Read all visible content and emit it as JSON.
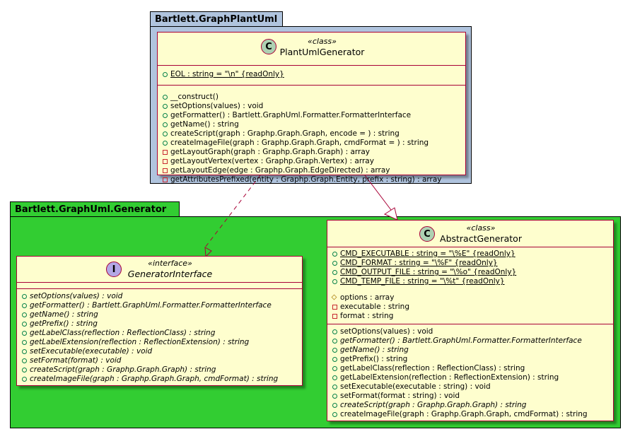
{
  "packages": {
    "outer": {
      "name": "Bartlett.GraphPlantUml",
      "color": "#b0c4de"
    },
    "inner": {
      "name": "Bartlett.GraphUml.Generator",
      "color": "#32cd32"
    }
  },
  "plantuml_generator": {
    "stereotype": "«class»",
    "name": "PlantUmlGenerator",
    "icon": "C",
    "fields": [
      {
        "vis": "public",
        "text": "EOL : string = \"\\n\" {readOnly}",
        "static": true,
        "abstract": false
      }
    ],
    "methods": [
      {
        "vis": "public",
        "text": "__construct()",
        "static": false,
        "abstract": false
      },
      {
        "vis": "public",
        "text": "setOptions(values) : void",
        "static": false,
        "abstract": false
      },
      {
        "vis": "public",
        "text": "getFormatter() : Bartlett.GraphUml.Formatter.FormatterInterface",
        "static": false,
        "abstract": false
      },
      {
        "vis": "public",
        "text": "getName() : string",
        "static": false,
        "abstract": false
      },
      {
        "vis": "public",
        "text": "createScript(graph : Graphp.Graph.Graph, encode = ) : string",
        "static": false,
        "abstract": false
      },
      {
        "vis": "public",
        "text": "createImageFile(graph : Graphp.Graph.Graph, cmdFormat = ) : string",
        "static": false,
        "abstract": false
      },
      {
        "vis": "private",
        "text": "getLayoutGraph(graph : Graphp.Graph.Graph) : array",
        "static": false,
        "abstract": false
      },
      {
        "vis": "private",
        "text": "getLayoutVertex(vertex : Graphp.Graph.Vertex) : array",
        "static": false,
        "abstract": false
      },
      {
        "vis": "private",
        "text": "getLayoutEdge(edge : Graphp.Graph.EdgeDirected) : array",
        "static": false,
        "abstract": false
      },
      {
        "vis": "private",
        "text": "getAttributesPrefixed(entity : Graphp.Graph.Entity, prefix : string) : array",
        "static": false,
        "abstract": false
      }
    ]
  },
  "generator_interface": {
    "stereotype": "«interface»",
    "name": "GeneratorInterface",
    "icon": "I",
    "methods": [
      {
        "vis": "public",
        "text": "setOptions(values) : void",
        "static": false,
        "abstract": true
      },
      {
        "vis": "public",
        "text": "getFormatter() : Bartlett.GraphUml.Formatter.FormatterInterface",
        "static": false,
        "abstract": true
      },
      {
        "vis": "public",
        "text": "getName() : string",
        "static": false,
        "abstract": true
      },
      {
        "vis": "public",
        "text": "getPrefix() : string",
        "static": false,
        "abstract": true
      },
      {
        "vis": "public",
        "text": "getLabelClass(reflection : ReflectionClass) : string",
        "static": false,
        "abstract": true
      },
      {
        "vis": "public",
        "text": "getLabelExtension(reflection : ReflectionExtension) : string",
        "static": false,
        "abstract": true
      },
      {
        "vis": "public",
        "text": "setExecutable(executable) : void",
        "static": false,
        "abstract": true
      },
      {
        "vis": "public",
        "text": "setFormat(format) : void",
        "static": false,
        "abstract": true
      },
      {
        "vis": "public",
        "text": "createScript(graph : Graphp.Graph.Graph) : string",
        "static": false,
        "abstract": true
      },
      {
        "vis": "public",
        "text": "createImageFile(graph : Graphp.Graph.Graph, cmdFormat) : string",
        "static": false,
        "abstract": true
      }
    ]
  },
  "abstract_generator": {
    "stereotype": "«class»",
    "name": "AbstractGenerator",
    "icon": "C",
    "constants": [
      {
        "vis": "public",
        "text": "CMD_EXECUTABLE : string = \"\\%E\" {readOnly}",
        "static": true,
        "abstract": false
      },
      {
        "vis": "public",
        "text": "CMD_FORMAT : string = \"\\%F\" {readOnly}",
        "static": true,
        "abstract": false
      },
      {
        "vis": "public",
        "text": "CMD_OUTPUT_FILE : string = \"\\%o\" {readOnly}",
        "static": true,
        "abstract": false
      },
      {
        "vis": "public",
        "text": "CMD_TEMP_FILE : string = \"\\%t\" {readOnly}",
        "static": true,
        "abstract": false
      }
    ],
    "fields": [
      {
        "vis": "protected",
        "text": "options : array",
        "static": false,
        "abstract": false
      },
      {
        "vis": "private",
        "text": "executable : string",
        "static": false,
        "abstract": false
      },
      {
        "vis": "private",
        "text": "format : string",
        "static": false,
        "abstract": false
      }
    ],
    "methods": [
      {
        "vis": "public",
        "text": "setOptions(values) : void",
        "static": false,
        "abstract": false
      },
      {
        "vis": "public",
        "text": "getFormatter() : Bartlett.GraphUml.Formatter.FormatterInterface",
        "static": false,
        "abstract": true
      },
      {
        "vis": "public",
        "text": "getName() : string",
        "static": false,
        "abstract": true
      },
      {
        "vis": "public",
        "text": "getPrefix() : string",
        "static": false,
        "abstract": false
      },
      {
        "vis": "public",
        "text": "getLabelClass(reflection : ReflectionClass) : string",
        "static": false,
        "abstract": false
      },
      {
        "vis": "public",
        "text": "getLabelExtension(reflection : ReflectionExtension) : string",
        "static": false,
        "abstract": false
      },
      {
        "vis": "public",
        "text": "setExecutable(executable : string) : void",
        "static": false,
        "abstract": false
      },
      {
        "vis": "public",
        "text": "setFormat(format : string) : void",
        "static": false,
        "abstract": false
      },
      {
        "vis": "public",
        "text": "createScript(graph : Graphp.Graph.Graph) : string",
        "static": false,
        "abstract": true
      },
      {
        "vis": "public",
        "text": "createImageFile(graph : Graphp.Graph.Graph, cmdFormat) : string",
        "static": false,
        "abstract": false
      }
    ]
  },
  "colors": {
    "class_fill": "#fefece",
    "class_border": "#a80036",
    "public": "#038048",
    "private": "#c82930",
    "protected": "#b38d22"
  }
}
